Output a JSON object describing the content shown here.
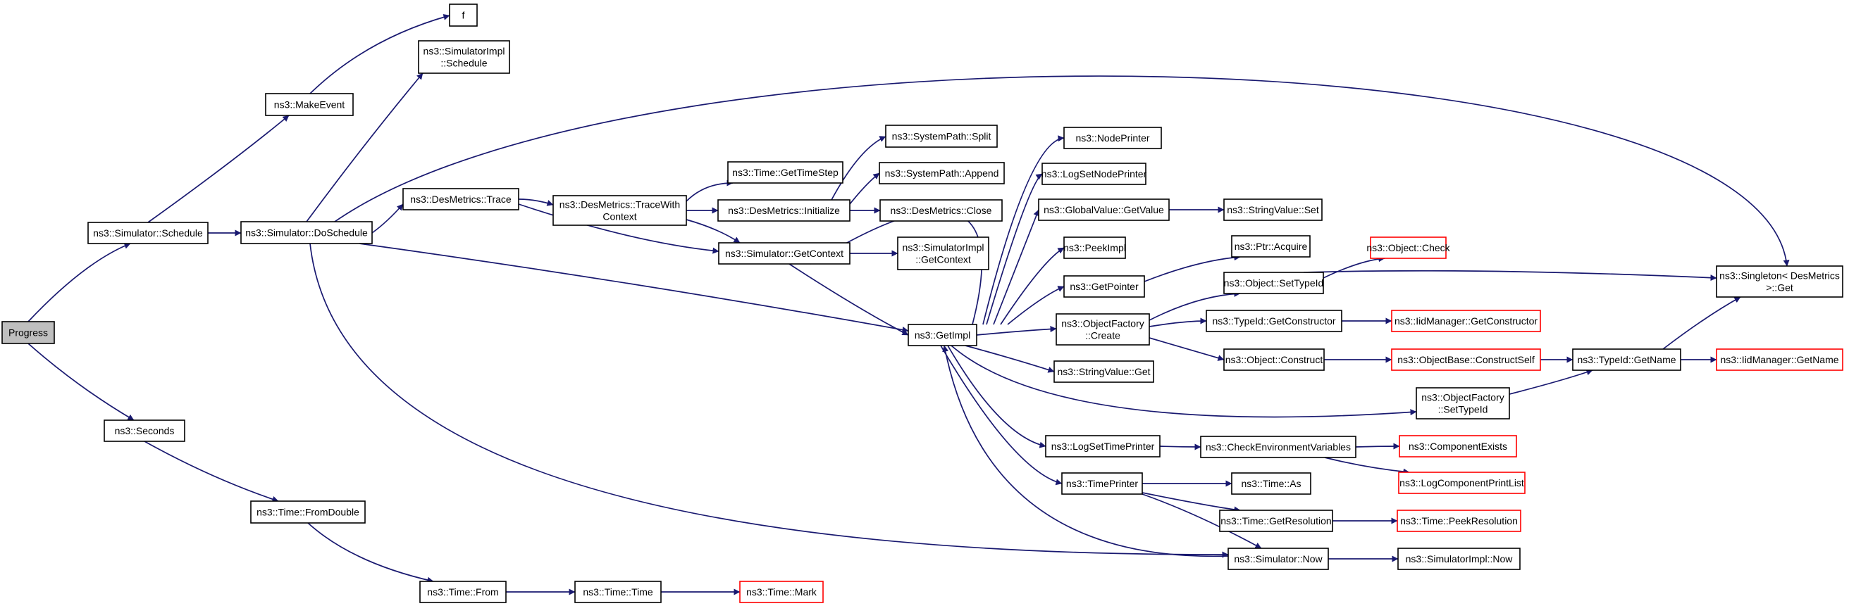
{
  "graph": {
    "edge_color": "#191970",
    "root_fill": "#bfbfbf",
    "external_border": "#ff0000",
    "nodes": [
      {
        "id": "progress",
        "lines": [
          "Progress"
        ],
        "root": true
      },
      {
        "id": "schedule",
        "lines": [
          "ns3::Simulator::Schedule"
        ]
      },
      {
        "id": "seconds",
        "lines": [
          "ns3::Seconds"
        ]
      },
      {
        "id": "makeevent",
        "lines": [
          "ns3::MakeEvent"
        ]
      },
      {
        "id": "doschedule",
        "lines": [
          "ns3::Simulator::DoSchedule"
        ]
      },
      {
        "id": "f",
        "lines": [
          "f"
        ]
      },
      {
        "id": "implschedule",
        "lines": [
          "ns3::SimulatorImpl",
          "::Schedule"
        ]
      },
      {
        "id": "trace",
        "lines": [
          "ns3::DesMetrics::Trace"
        ]
      },
      {
        "id": "tracewith",
        "lines": [
          "ns3::DesMetrics::TraceWith",
          "Context"
        ]
      },
      {
        "id": "gettimestep",
        "lines": [
          "ns3::Time::GetTimeStep"
        ]
      },
      {
        "id": "initialize",
        "lines": [
          "ns3::DesMetrics::Initialize"
        ]
      },
      {
        "id": "split",
        "lines": [
          "ns3::SystemPath::Split"
        ]
      },
      {
        "id": "append",
        "lines": [
          "ns3::SystemPath::Append"
        ]
      },
      {
        "id": "close",
        "lines": [
          "ns3::DesMetrics::Close"
        ]
      },
      {
        "id": "getcontext",
        "lines": [
          "ns3::Simulator::GetContext"
        ]
      },
      {
        "id": "implgetcontext",
        "lines": [
          "ns3::SimulatorImpl",
          "::GetContext"
        ]
      },
      {
        "id": "getimpl",
        "lines": [
          "ns3::GetImpl"
        ]
      },
      {
        "id": "nodeprinter",
        "lines": [
          "ns3::NodePrinter"
        ]
      },
      {
        "id": "logsetnodeprinter",
        "lines": [
          "ns3::LogSetNodePrinter"
        ]
      },
      {
        "id": "globalget",
        "lines": [
          "ns3::GlobalValue::GetValue"
        ]
      },
      {
        "id": "stringset",
        "lines": [
          "ns3::StringValue::Set"
        ]
      },
      {
        "id": "peekimpl",
        "lines": [
          "ns3::PeekImpl"
        ]
      },
      {
        "id": "ptracquire",
        "lines": [
          "ns3::Ptr::Acquire"
        ]
      },
      {
        "id": "getpointer",
        "lines": [
          "ns3::GetPointer"
        ]
      },
      {
        "id": "objcheck",
        "lines": [
          "ns3::Object::Check"
        ],
        "external": true
      },
      {
        "id": "objsettypeid",
        "lines": [
          "ns3::Object::SetTypeId"
        ]
      },
      {
        "id": "factorycreate",
        "lines": [
          "ns3::ObjectFactory",
          "::Create"
        ]
      },
      {
        "id": "getconstructor",
        "lines": [
          "ns3::TypeId::GetConstructor"
        ]
      },
      {
        "id": "iidgetconstructor",
        "lines": [
          "ns3::IidManager::GetConstructor"
        ],
        "external": true
      },
      {
        "id": "objconstruct",
        "lines": [
          "ns3::Object::Construct"
        ]
      },
      {
        "id": "constructself",
        "lines": [
          "ns3::ObjectBase::ConstructSelf"
        ],
        "external": true
      },
      {
        "id": "getname",
        "lines": [
          "ns3::TypeId::GetName"
        ]
      },
      {
        "id": "iidgetname",
        "lines": [
          "ns3::IidManager::GetName"
        ],
        "external": true
      },
      {
        "id": "singleton",
        "lines": [
          "ns3::Singleton< DesMetrics",
          " >::Get"
        ]
      },
      {
        "id": "stringget",
        "lines": [
          "ns3::StringValue::Get"
        ]
      },
      {
        "id": "factorysettypeid",
        "lines": [
          "ns3::ObjectFactory",
          "::SetTypeId"
        ]
      },
      {
        "id": "logsettimeprinter",
        "lines": [
          "ns3::LogSetTimePrinter"
        ]
      },
      {
        "id": "checkenv",
        "lines": [
          "ns3::CheckEnvironmentVariables"
        ]
      },
      {
        "id": "compexists",
        "lines": [
          "ns3::ComponentExists"
        ],
        "external": true
      },
      {
        "id": "logcompprint",
        "lines": [
          "ns3::LogComponentPrintList"
        ],
        "external": true
      },
      {
        "id": "timeprinter",
        "lines": [
          "ns3::TimePrinter"
        ]
      },
      {
        "id": "timeas",
        "lines": [
          "ns3::Time::As"
        ]
      },
      {
        "id": "getresolution",
        "lines": [
          "ns3::Time::GetResolution"
        ]
      },
      {
        "id": "peekresolution",
        "lines": [
          "ns3::Time::PeekResolution"
        ],
        "external": true
      },
      {
        "id": "simnow",
        "lines": [
          "ns3::Simulator::Now"
        ]
      },
      {
        "id": "implnow",
        "lines": [
          "ns3::SimulatorImpl::Now"
        ]
      },
      {
        "id": "fromdouble",
        "lines": [
          "ns3::Time::FromDouble"
        ]
      },
      {
        "id": "timefrom",
        "lines": [
          "ns3::Time::From"
        ]
      },
      {
        "id": "timetime",
        "lines": [
          "ns3::Time::Time"
        ]
      },
      {
        "id": "timemark",
        "lines": [
          "ns3::Time::Mark"
        ],
        "external": true
      }
    ]
  }
}
